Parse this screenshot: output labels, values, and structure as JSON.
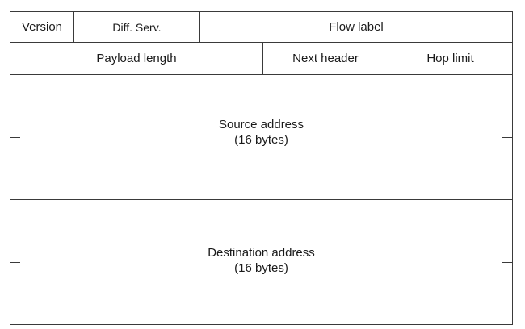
{
  "header_row1": {
    "version": "Version",
    "diff_serv": "Diff. Serv.",
    "flow_label": "Flow label"
  },
  "header_row2": {
    "payload_length": "Payload length",
    "next_header": "Next header",
    "hop_limit": "Hop limit"
  },
  "source": {
    "title": "Source address",
    "size": "(16 bytes)"
  },
  "destination": {
    "title": "Destination address",
    "size": "(16 bytes)"
  }
}
